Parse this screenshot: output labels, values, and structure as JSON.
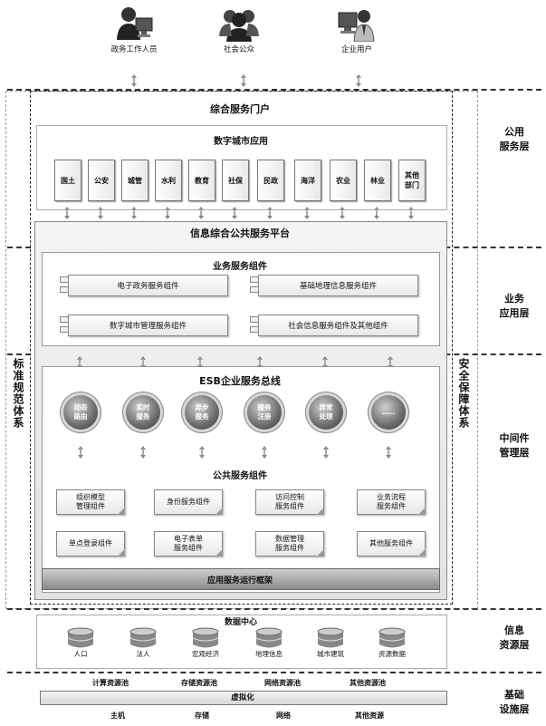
{
  "users": [
    {
      "label": "政务工作人员",
      "icon": "government-worker-icon"
    },
    {
      "label": "社会公众",
      "icon": "public-group-icon"
    },
    {
      "label": "企业用户",
      "icon": "enterprise-user-icon"
    }
  ],
  "layers": {
    "public": "公用\n服务层",
    "business": "业务\n应用层",
    "middleware": "中间件\n管理层",
    "resource": "信息\n资源层",
    "infrastructure": "基础\n设施层"
  },
  "left_vertical": "标准规范体系",
  "right_vertical": "安全保障体系",
  "portal": "综合服务门户",
  "digital_city": {
    "title": "数字城市应用",
    "departments": [
      "国土",
      "公安",
      "城管",
      "水利",
      "教育",
      "社保",
      "民政",
      "海洋",
      "农业",
      "林业",
      "其他\n部门"
    ]
  },
  "platform": "信息综合公共服务平台",
  "business_components": {
    "title": "业务服务组件",
    "items": [
      "电子政务服务组件",
      "基础地理信息服务组件",
      "数字城市管理服务组件",
      "社会信息服务组件及其他组件"
    ]
  },
  "esb": {
    "title": "ESB企业服务总线",
    "gears": [
      "动态\n路由",
      "实时\n服务",
      "异步\n服务",
      "服务\n注册",
      "异常\n处理",
      "……"
    ]
  },
  "public_components": {
    "title": "公共服务组件",
    "items": [
      "组织模型\n管理组件",
      "身份服务组件",
      "访问控制\n服务组件",
      "业务流程\n服务组件",
      "单点登录组件",
      "电子表单\n服务组件",
      "数据管理\n服务组件",
      "其他服务组件"
    ]
  },
  "runtime": "应用服务运行框架",
  "data_center": {
    "title": "数据中心",
    "dbs": [
      "人口",
      "法人",
      "宏观经济",
      "地理信息",
      "城市建筑",
      "资源数据"
    ]
  },
  "infra": {
    "pools": [
      "计算资源池",
      "存储资源池",
      "网络资源池",
      "其他资源池"
    ],
    "virtualization": "虚拟化",
    "resources": [
      "主机",
      "存储",
      "网络",
      "其他资源"
    ]
  },
  "colors": {
    "gear_dark": "#3a3a3a",
    "frame": "#222222"
  }
}
